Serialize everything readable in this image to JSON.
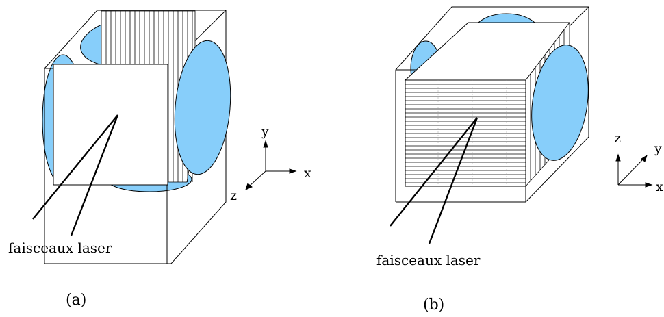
{
  "panels": [
    {
      "id": "a",
      "caption": "(a)",
      "beam_label": "faisceaux laser",
      "axes": {
        "up": "y",
        "right": "x",
        "diag": "z"
      }
    },
    {
      "id": "b",
      "caption": "(b)",
      "beam_label": "faisceaux laser",
      "axes": {
        "up": "z",
        "right": "x",
        "diag": "y"
      }
    }
  ],
  "colors": {
    "ellipse_fill": "#87cefa",
    "line": "#000000",
    "background": "#ffffff"
  }
}
